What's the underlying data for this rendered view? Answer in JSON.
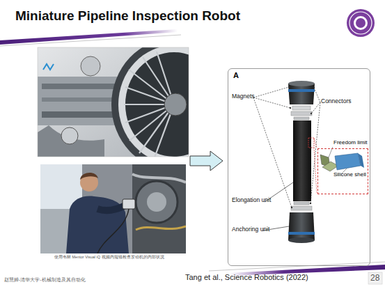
{
  "diagram": {
    "title": "Miniature Pipeline Inspection Robot",
    "caption": "Tang et al., Science Robotics (2022)",
    "nodes": [
      {
        "text": [
          "A"
        ]
      },
      {
        "text": [
          "Freedom limit",
          "Silicone shell"
        ],
        "in": 0
      }
    ],
    "labels": [
      "Magnets",
      "Connectors",
      "Elongation unit",
      "Anchoring unit",
      "使用韦林 Mentor Visual iQ 视频内窥镜检查发动机的内部状况",
      "赵慧婵-清华大学-机械制造及其自动化",
      "28"
    ]
  }
}
